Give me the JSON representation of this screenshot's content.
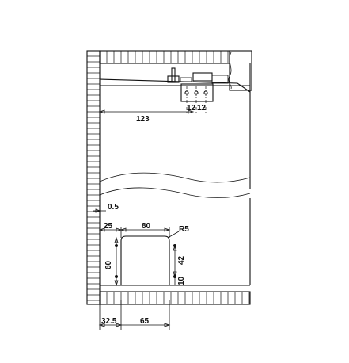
{
  "dimensions": {
    "d123": "123",
    "d12a": "12",
    "d12b": "12",
    "d05": "0.5",
    "d25": "25",
    "d80": "80",
    "dR5": "R5",
    "d60": "60",
    "d42": "42",
    "d10": "10",
    "d325": "32.5",
    "d65": "65"
  }
}
